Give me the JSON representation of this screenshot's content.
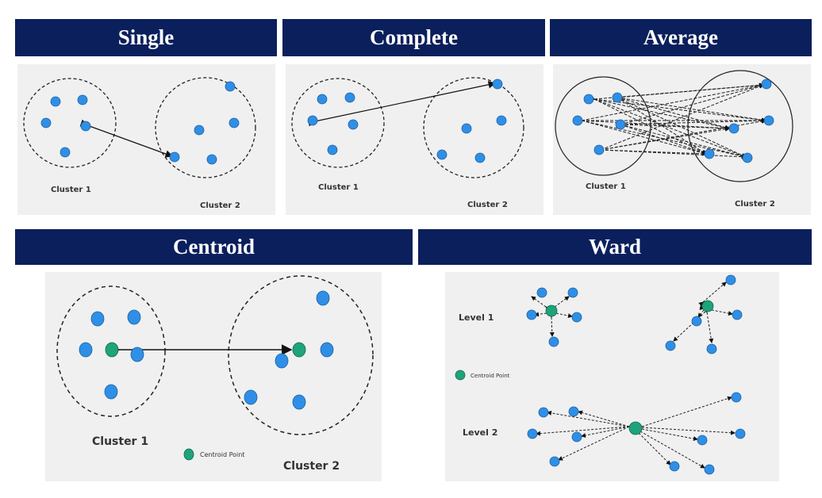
{
  "headers": {
    "single": "Single",
    "complete": "Complete",
    "average": "Average",
    "centroid": "Centroid",
    "ward": "Ward"
  },
  "labels": {
    "cluster1": "Cluster 1",
    "cluster2": "Cluster 2",
    "centroid_point": "Centroid Point",
    "level1": "Level 1",
    "level2": "Level 2"
  },
  "colors": {
    "header_bg": "#0a1f5c",
    "point": "#2f8fe6",
    "centroid": "#1fa37a",
    "panel_bg": "#f0f0f0"
  }
}
